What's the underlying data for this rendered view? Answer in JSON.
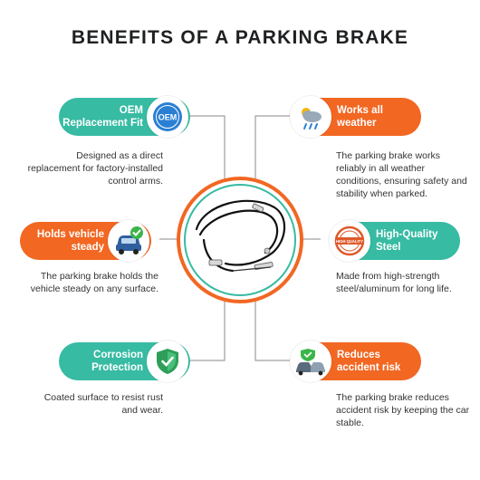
{
  "title": "BENEFITS OF A PARKING BRAKE",
  "colors": {
    "teal": "#37bba3",
    "orange": "#f26722",
    "text": "#1e2022"
  },
  "benefits": [
    {
      "label": "OEM\nReplacement Fit",
      "icon": "oem-seal-icon",
      "color": "teal",
      "description": "Designed as a direct replacement for factory-installed control arms.",
      "badge_text": "OEM"
    },
    {
      "label": "Works all\nweather",
      "icon": "weather-icon",
      "color": "orange",
      "description": "The parking brake works reliably in all weather conditions, ensuring safety and stability when parked."
    },
    {
      "label": "Holds vehicle\nsteady",
      "icon": "car-check-icon",
      "color": "orange",
      "description": "The parking brake holds the vehicle steady on any surface."
    },
    {
      "label": "High-Quality\nSteel",
      "icon": "quality-stamp-icon",
      "color": "teal",
      "description": "Made from high-strength steel/aluminum for long life.",
      "badge_text": "HIGH QUALITY"
    },
    {
      "label": "Corrosion\nProtection",
      "icon": "shield-check-icon",
      "color": "teal",
      "description": "Coated surface to resist rust and wear."
    },
    {
      "label": "Reduces\naccident risk",
      "icon": "car-crash-icon",
      "color": "orange",
      "description": "The parking brake reduces accident risk by keeping the car stable."
    }
  ],
  "center_image": "parking-brake-cable-icon"
}
